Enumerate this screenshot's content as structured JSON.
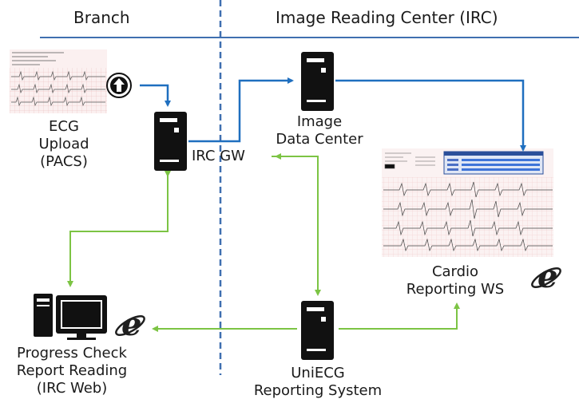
{
  "headers": {
    "branch": "Branch",
    "irc": "Image Reading Center (IRC)"
  },
  "nodes": {
    "ecg_upload": [
      "ECG",
      "Upload",
      "(PACS)"
    ],
    "irc_gw": "IRC GW",
    "image_data_center": [
      "Image",
      "Data Center"
    ],
    "cardio_ws": [
      "Cardio",
      "Reporting WS"
    ],
    "uniecg": [
      "UniECG",
      "Reporting System"
    ],
    "progress_check": [
      "Progress Check",
      "Report Reading",
      "(IRC Web)"
    ]
  },
  "colors": {
    "upload_flow": "#1f6fbf",
    "report_flow": "#7cc444",
    "header_rule": "#3f6fb0",
    "divider": "#3f6fb0",
    "server": "#0f0f0f",
    "ecg_paper": "#f6dede",
    "ie_logo": "#1f1f1f"
  }
}
